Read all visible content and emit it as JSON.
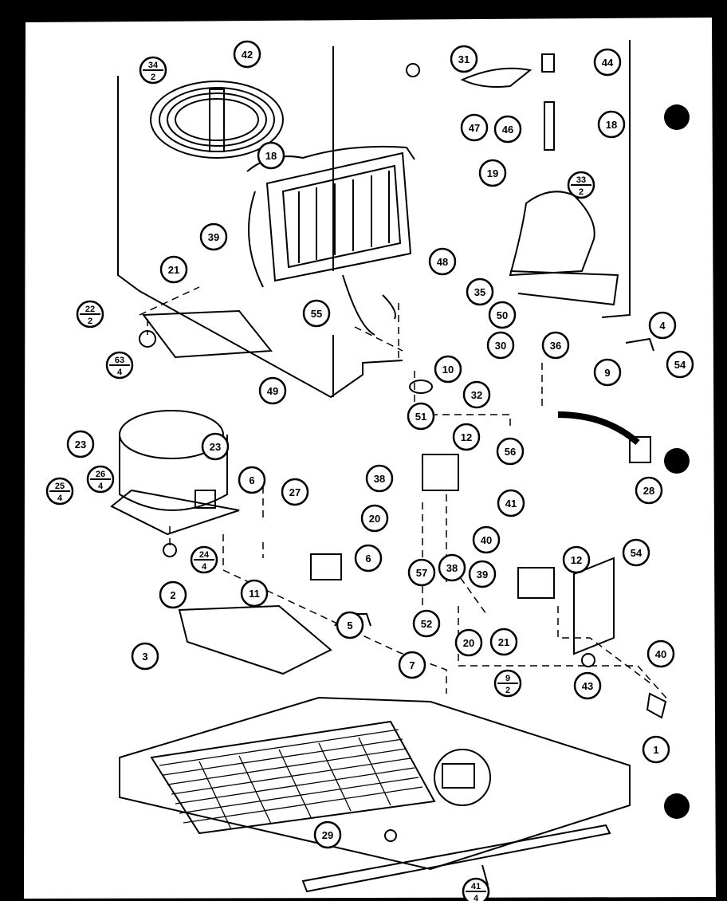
{
  "diagram": {
    "callouts": [
      {
        "label": "34",
        "sub": "2"
      },
      {
        "label": "42"
      },
      {
        "label": "31"
      },
      {
        "label": "44"
      },
      {
        "label": "47"
      },
      {
        "label": "46"
      },
      {
        "label": "18"
      },
      {
        "label": "18"
      },
      {
        "label": "19"
      },
      {
        "label": "33",
        "sub": "2"
      },
      {
        "label": "39"
      },
      {
        "label": "21"
      },
      {
        "label": "48"
      },
      {
        "label": "35"
      },
      {
        "label": "22",
        "sub": "2"
      },
      {
        "label": "55"
      },
      {
        "label": "50"
      },
      {
        "label": "4"
      },
      {
        "label": "23"
      },
      {
        "label": "30"
      },
      {
        "label": "36"
      },
      {
        "label": "54"
      },
      {
        "label": "63",
        "sub": "4"
      },
      {
        "label": "49"
      },
      {
        "label": "10"
      },
      {
        "label": "9"
      },
      {
        "label": "32"
      },
      {
        "label": "51"
      },
      {
        "label": "23"
      },
      {
        "label": "12"
      },
      {
        "label": "56"
      },
      {
        "label": "26",
        "sub": "4"
      },
      {
        "label": "25",
        "sub": "4"
      },
      {
        "label": "6"
      },
      {
        "label": "27"
      },
      {
        "label": "38"
      },
      {
        "label": "41"
      },
      {
        "label": "28"
      },
      {
        "label": "20"
      },
      {
        "label": "40"
      },
      {
        "label": "24",
        "sub": "4"
      },
      {
        "label": "6"
      },
      {
        "label": "11"
      },
      {
        "label": "57"
      },
      {
        "label": "38"
      },
      {
        "label": "39"
      },
      {
        "label": "12"
      },
      {
        "label": "54"
      },
      {
        "label": "2"
      },
      {
        "label": "5"
      },
      {
        "label": "52"
      },
      {
        "label": "20"
      },
      {
        "label": "21"
      },
      {
        "label": "40"
      },
      {
        "label": "3"
      },
      {
        "label": "7"
      },
      {
        "label": "9",
        "sub": "2"
      },
      {
        "label": "43"
      },
      {
        "label": "1"
      },
      {
        "label": "29"
      },
      {
        "label": "41",
        "sub": "4"
      }
    ]
  }
}
